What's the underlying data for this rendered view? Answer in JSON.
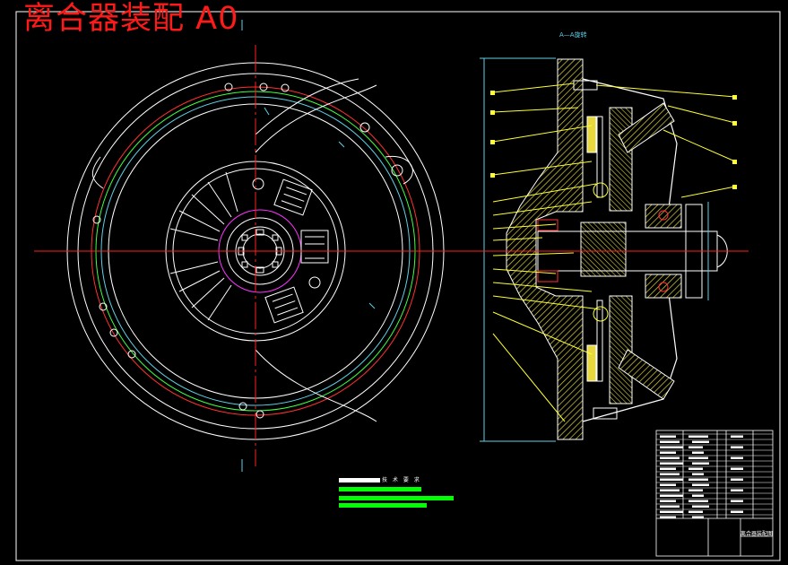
{
  "drawing": {
    "title": "离合器装配 A0",
    "section_label": "A—A旋转",
    "tech_requirements_label": "技 术 要 求",
    "title_block_name": "离合器装配图"
  },
  "colors": {
    "background": "#000000",
    "outline": "#ffffff",
    "center_line": "#ff2020",
    "leader": "#ffff33",
    "hatch": "#d8d040",
    "dim": "#5fd0e6",
    "tech_text": "#00ff00",
    "magenta": "#ff33ff"
  }
}
